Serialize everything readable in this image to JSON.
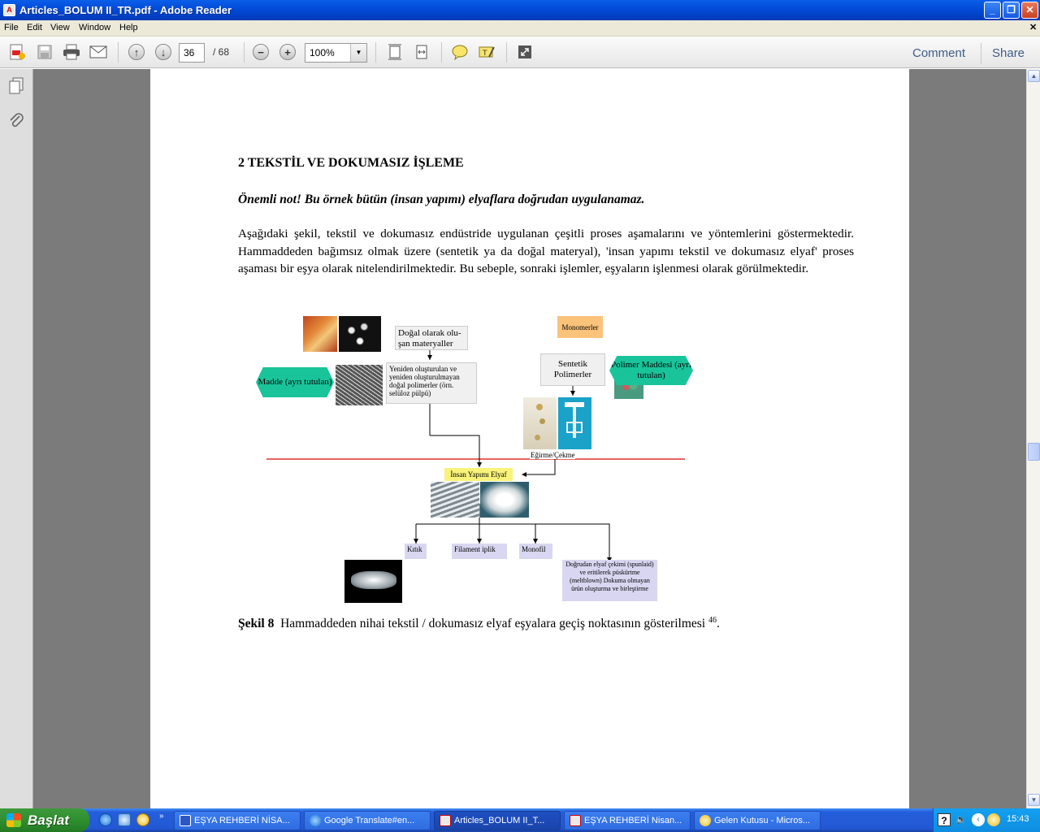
{
  "window": {
    "title": "Articles_BOLUM II_TR.pdf - Adobe Reader",
    "btn_min": "_",
    "btn_max": "❐",
    "btn_close": "✕"
  },
  "menu": {
    "file": "File",
    "edit": "Edit",
    "view": "View",
    "window": "Window",
    "help": "Help"
  },
  "toolbar": {
    "page_current": "36",
    "page_total": "/ 68",
    "zoom": "100%",
    "comment": "Comment",
    "share": "Share"
  },
  "doc": {
    "heading": "2 TEKSTİL VE DOKUMASIZ İŞLEME",
    "note": "Önemli not! Bu örnek bütün (insan yapımı) elyaflara doğrudan uygulanamaz.",
    "paragraph": "Aşağıdaki şekil, tekstil ve dokumasız endüstride uygulanan çeşitli proses aşamalarını ve yöntemlerini göstermektedir. Hammaddeden bağımsız olmak üzere (sentetik ya da doğal materyal), 'insan yapımı tekstil ve dokumasız elyaf' proses aşaması bir eşya olarak nitelendirilmektedir. Bu sebeple, sonraki işlemler, eşyaların işlenmesi olarak görülmektedir.",
    "caption_label": "Şekil 8",
    "caption_text": "Hammaddeden nihai tekstil / dokumasız elyaf eşyalara geçiş noktasının gösterilmesi",
    "caption_ref": "46",
    "caption_end": "."
  },
  "figure": {
    "natural": "Doğal olarak olu-şan materyaller",
    "monomers": "Monomerler",
    "regenerated": "Yeniden oluşturulan ve yeniden oluşturulmayan doğal polimerler (örn. selüloz  pülpü)",
    "synthetic": "Sentetik Polimerler",
    "matter": "Madde (ayrı tutulan)",
    "polymer_matter": "Polimer Maddesi (ayrı tutulan)",
    "spinning": "Eğirme/Çekme",
    "manmade": "İnsan Yapımı Elyaf",
    "staple": "Kıtık",
    "filament": "Filament iplik",
    "monofil": "Monofil",
    "direct": "Doğrudan elyaf çekimi (spunlaid) ve eritilerek püskürtme (meltblown) Dokuma olmayan ürün oluşturma ve birleştirme"
  },
  "taskbar": {
    "start": "Başlat",
    "tasks": [
      "EŞYA REHBERİ NİSA...",
      "Google Translate#en...",
      "Articles_BOLUM II_T...",
      "EŞYA REHBERİ Nisan...",
      "Gelen Kutusu - Micros..."
    ],
    "clock": "15:43",
    "help": "?"
  },
  "colors": {
    "accent": "#0a5fe8",
    "start_green": "#2f8f2f",
    "hex_green": "#19c49a",
    "red_line": "#e0302a",
    "yellow_box": "#f9f37a",
    "orange_box": "#fbc27a"
  }
}
